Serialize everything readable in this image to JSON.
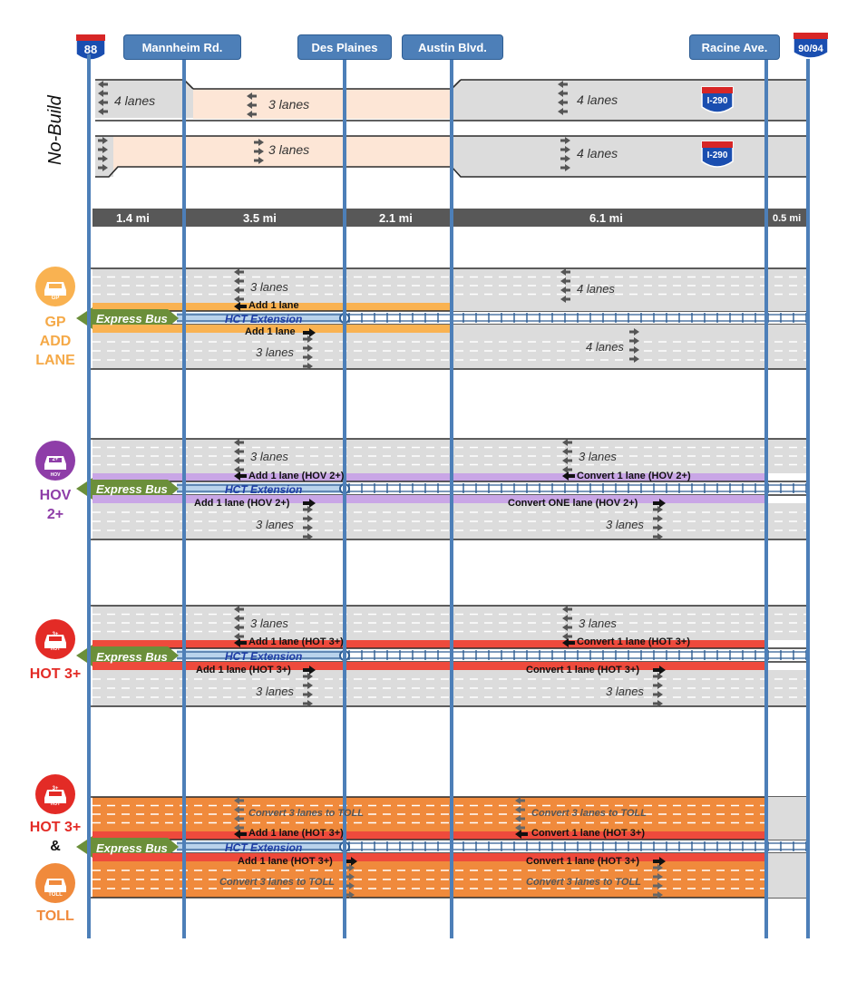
{
  "title_vertical": "No-Build",
  "interstates": {
    "west": "88",
    "east": "90/94",
    "i290_label": "I-290"
  },
  "cross_streets": [
    "Mannheim Rd.",
    "Des Plaines",
    "Austin Blvd.",
    "Racine Ave."
  ],
  "segments": [
    "1.4 mi",
    "3.5 mi",
    "2.1 mi",
    "6.1 mi",
    "0.5 mi"
  ],
  "no_build": {
    "top_row": {
      "west": "4 lanes",
      "mid": "3 lanes",
      "east": "4 lanes"
    },
    "bottom_row": {
      "mid": "3 lanes",
      "east": "4 lanes"
    }
  },
  "common": {
    "express_bus": "Express Bus",
    "hct": "HCT Extension"
  },
  "alternatives": [
    {
      "id": "gp",
      "label_lines": [
        "GP",
        "ADD",
        "LANE"
      ],
      "color": "#f5a947",
      "icon_badge": "GP",
      "top_lanes_w": "3 lanes",
      "top_lanes_e": "4 lanes",
      "wb_action_w": "Add 1 lane",
      "eb_action_w": "Add 1 lane",
      "bottom_lanes_w": "3 lanes",
      "bottom_lanes_e": "4 lanes"
    },
    {
      "id": "hov",
      "label_lines": [
        "HOV",
        "2+"
      ],
      "color": "#8e3da8",
      "icon_badge": "2+",
      "icon_sub": "HOV",
      "top_lanes_w": "3 lanes",
      "top_lanes_e": "3 lanes",
      "wb_action_w": "Add 1 lane (HOV 2+)",
      "wb_action_e": "Convert 1 lane (HOV 2+)",
      "eb_action_w": "Add 1 lane (HOV 2+)",
      "eb_action_e": "Convert ONE lane (HOV 2+)",
      "bottom_lanes_w": "3 lanes",
      "bottom_lanes_e": "3 lanes"
    },
    {
      "id": "hot",
      "label_lines": [
        "HOT 3+"
      ],
      "color": "#e32b26",
      "icon_badge": "3+",
      "icon_sub": "HOT",
      "top_lanes_w": "3 lanes",
      "top_lanes_e": "3 lanes",
      "wb_action_w": "Add 1 lane (HOT 3+)",
      "wb_action_e": "Convert 1 lane (HOT 3+)",
      "eb_action_w": "Add 1 lane (HOT 3+)",
      "eb_action_e": "Convert 1 lane (HOT 3+)",
      "bottom_lanes_w": "3 lanes",
      "bottom_lanes_e": "3 lanes"
    },
    {
      "id": "hottoll",
      "label_lines": [
        "HOT 3+",
        "&",
        "TOLL"
      ],
      "color": "#e32b26",
      "color2": "#f08a3c",
      "icon_badge": "3+",
      "icon_sub": "HOT",
      "icon2_badge": "TOLL",
      "top_conv_w": "Convert 3 lanes to TOLL",
      "top_conv_e": "Convert 3 lanes to TOLL",
      "wb_action_w": "Add 1 lane (HOT 3+)",
      "wb_action_e": "Convert 1 lane (HOT 3+)",
      "eb_action_w": "Add 1 lane (HOT 3+)",
      "eb_action_e": "Convert 1 lane (HOT 3+)",
      "bottom_conv_w": "Convert 3 lanes to TOLL",
      "bottom_conv_e": "Convert 3 lanes to TOLL"
    }
  ],
  "colors": {
    "road": "#dcdcdc",
    "road_edge": "#2b2b2b",
    "no_build_mid": "#fde6d6",
    "vertical_line": "#4d7fb8",
    "segment_bar": "#585858",
    "hov": "#c9a6e6",
    "hot": "#ee4a3c",
    "toll": "#f08a3c",
    "gp": "#f9b251",
    "express_bus": "#6b8f3a"
  }
}
